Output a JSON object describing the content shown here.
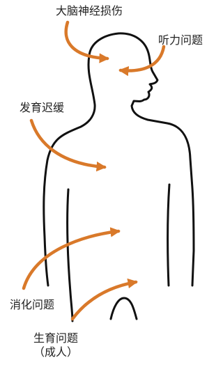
{
  "labels": {
    "brain_injury": "大脑神经损伤",
    "hearing": "听力问题",
    "developmental_delay": "发育迟缓",
    "digestive": "消化问题",
    "reproductive": "生育问题",
    "reproductive_note": "（成人）"
  },
  "colors": {
    "arrow": "#D9792A",
    "outline": "#111111",
    "text": "#222222"
  }
}
